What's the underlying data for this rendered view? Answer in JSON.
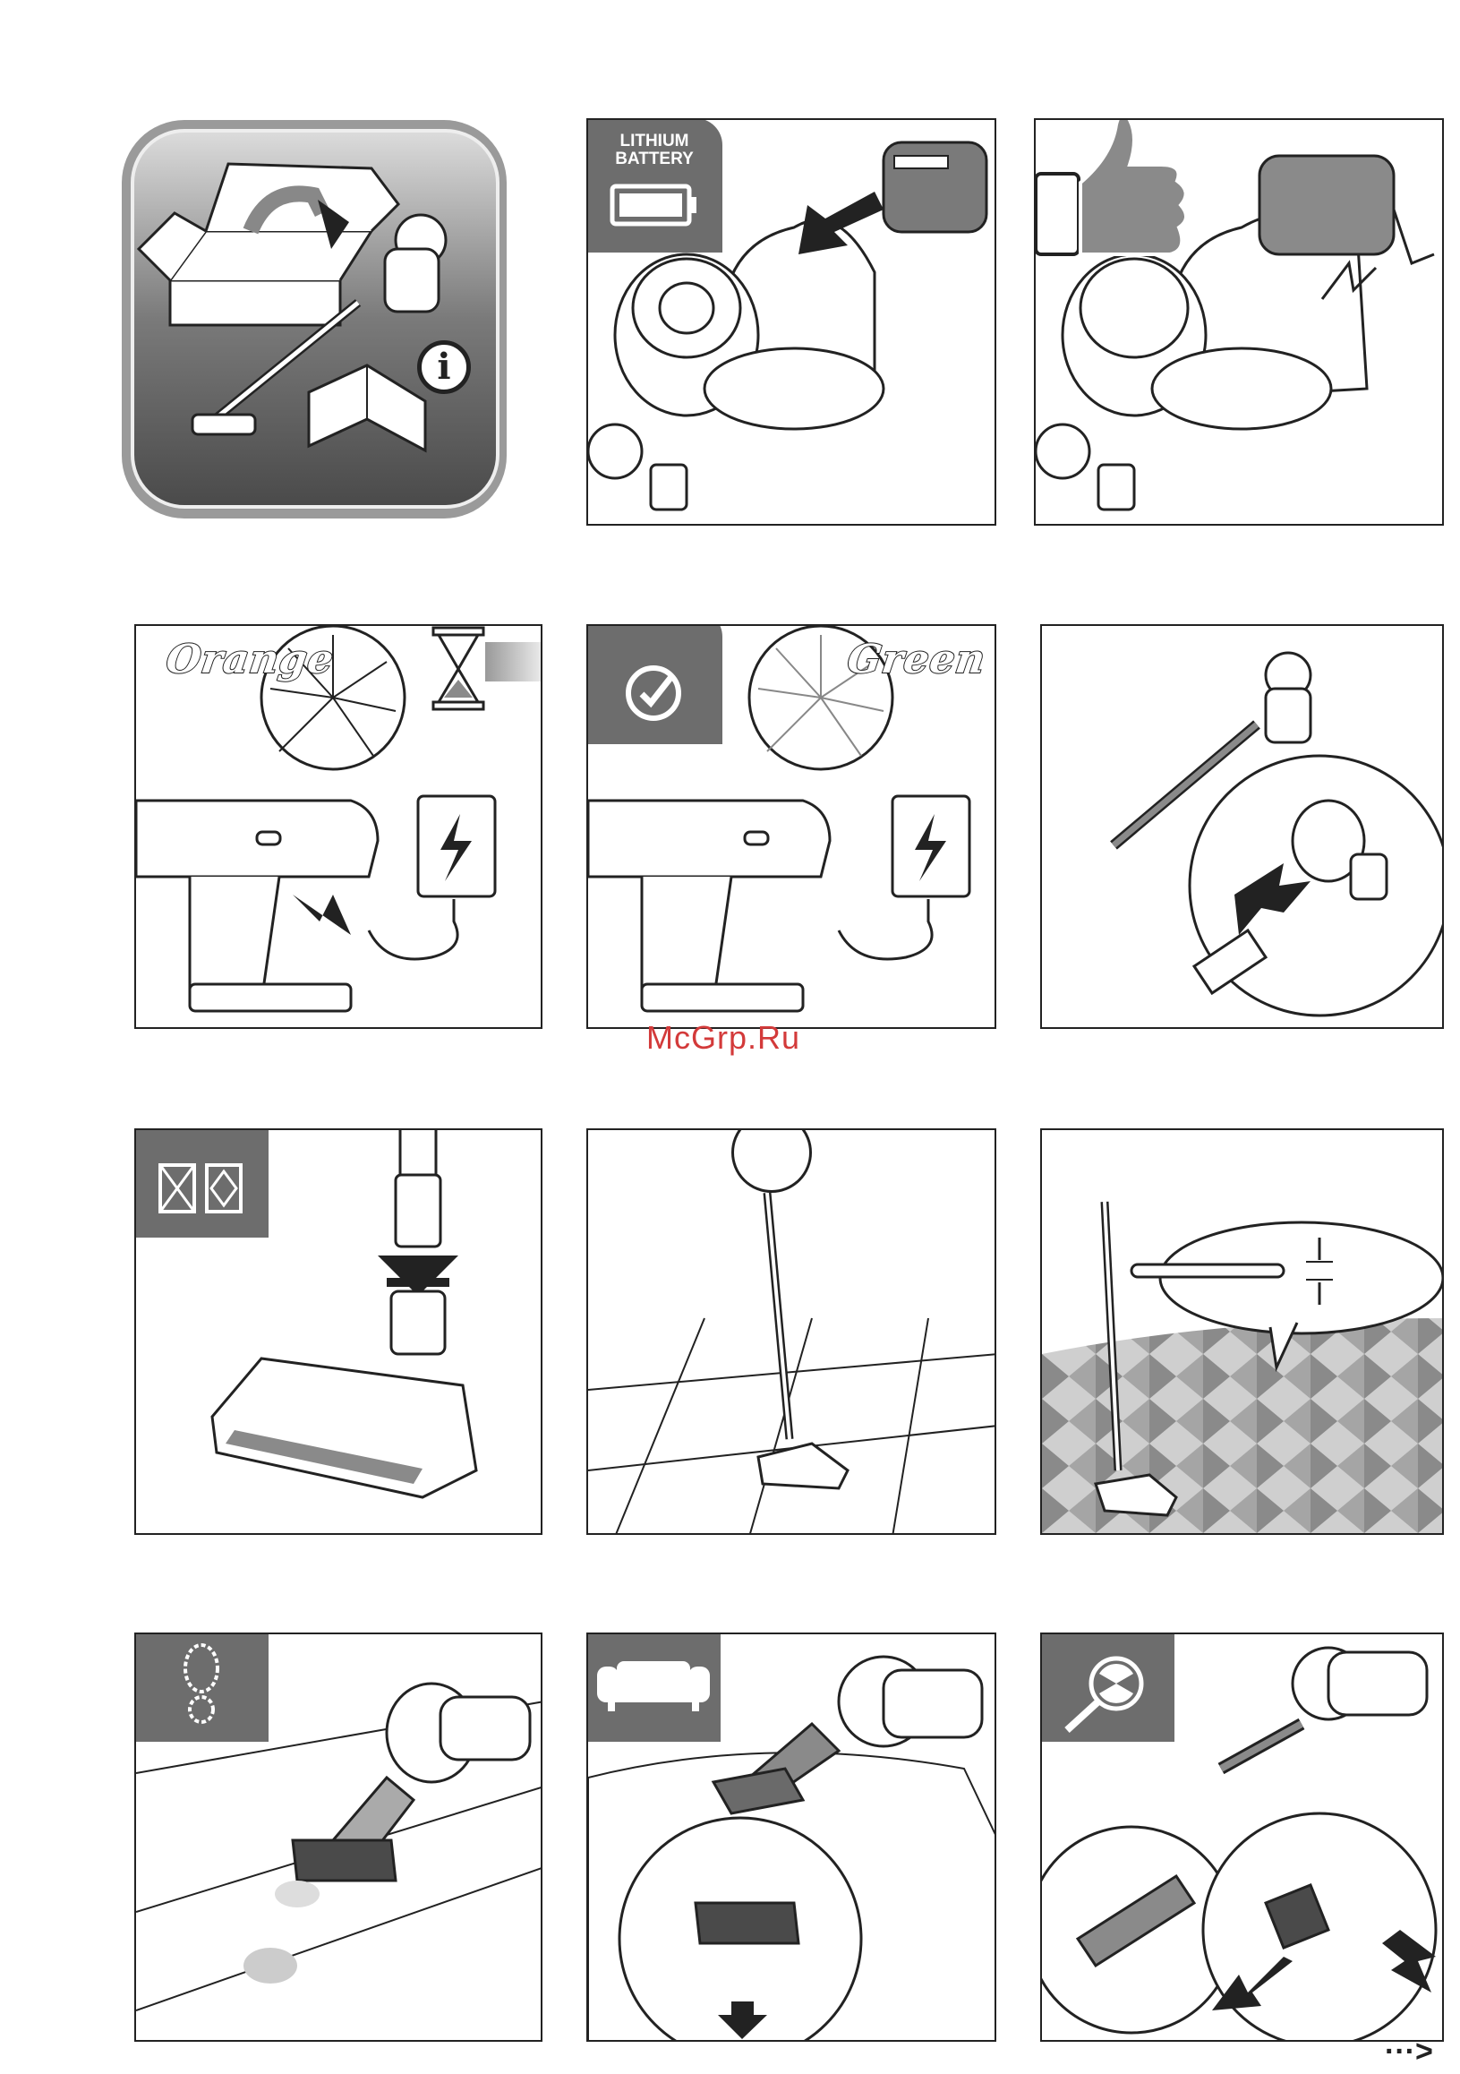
{
  "labels": {
    "battery_line1": "LITHIUM",
    "battery_line2": "BATTERY",
    "orange": "Orange",
    "green": "Green",
    "watermark": "McGrp.Ru",
    "next_arrow": "···>"
  },
  "colors": {
    "tab_gray": "#6d6d6d",
    "watermark_red": "#d33a3a",
    "line": "#222222"
  },
  "icons": {
    "info": "i",
    "check": "check-icon",
    "charge": "lightning-icon",
    "hourglass": "hourglass-icon"
  }
}
